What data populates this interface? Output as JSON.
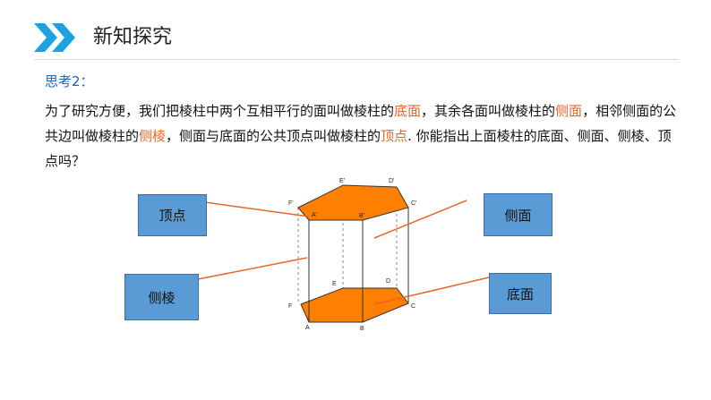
{
  "header": {
    "title": "新知探究",
    "accent_color": "#1aa3e0",
    "icon": "double-chevron-right-icon"
  },
  "content": {
    "question_label": "思考2：",
    "segments": [
      {
        "text": "为了研究方便，我们把棱柱中两个互相平行的面叫做棱柱的",
        "highlight": false
      },
      {
        "text": "底面",
        "highlight": true
      },
      {
        "text": "，其余各面叫做棱柱的",
        "highlight": false
      },
      {
        "text": "侧面",
        "highlight": true
      },
      {
        "text": "，相邻侧面的公共边叫做棱柱的",
        "highlight": false
      },
      {
        "text": "侧棱",
        "highlight": true
      },
      {
        "text": "，侧面与底面的公共顶点叫做棱柱的",
        "highlight": false
      },
      {
        "text": "顶点",
        "highlight": true
      },
      {
        "text": ". 你能指出上面棱柱的底面、侧面、侧棱、顶点吗？",
        "highlight": false
      }
    ],
    "highlight_color": "#e8652b"
  },
  "figure": {
    "callouts": {
      "vertex": "顶点",
      "lateral_face": "侧面",
      "lateral_edge": "侧棱",
      "base": "底面"
    },
    "vertex_labels": {
      "A1": "A'",
      "B1": "B'",
      "C1": "C'",
      "D1": "D'",
      "E1": "E'",
      "F1": "F'",
      "A": "A",
      "B": "B",
      "C": "C",
      "D": "D",
      "E": "E",
      "F": "F"
    },
    "base_fill_color": "#ff7f00",
    "box_color": "#5b9bd5",
    "leader_color": "#e8652b"
  }
}
